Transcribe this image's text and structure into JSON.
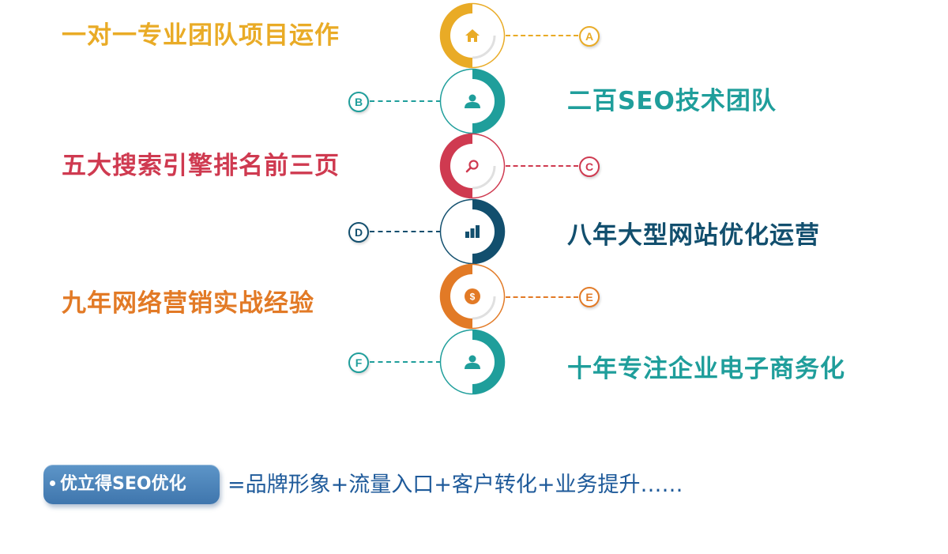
{
  "items": [
    {
      "letter": "A",
      "text": "一对一专业团队项目运作",
      "side": "left",
      "color": "#e9ab26",
      "icon": "home-icon"
    },
    {
      "letter": "B",
      "text": "二百SEO技术团队",
      "side": "right",
      "color": "#1f9e9b",
      "icon": "user-icon"
    },
    {
      "letter": "C",
      "text": "五大搜索引擎排名前三页",
      "side": "left",
      "color": "#cf3a50",
      "icon": "search-icon"
    },
    {
      "letter": "D",
      "text": "八年大型网站优化运营",
      "side": "right",
      "color": "#124f6e",
      "icon": "bar-chart-icon"
    },
    {
      "letter": "E",
      "text": "九年网络营销实战经验",
      "side": "left",
      "color": "#e27a26",
      "icon": "dollar-coin-icon"
    },
    {
      "letter": "F",
      "text": "十年专注企业电子商务化",
      "side": "right",
      "color": "#1f9e9b",
      "icon": "user-icon"
    }
  ],
  "footer": {
    "badge_label": "优立得SEO优化",
    "formula": "=品牌形象+流量入口+客户转化+业务提升……",
    "badge_color": "#4a82bb",
    "formula_color": "#1e5a9a"
  }
}
